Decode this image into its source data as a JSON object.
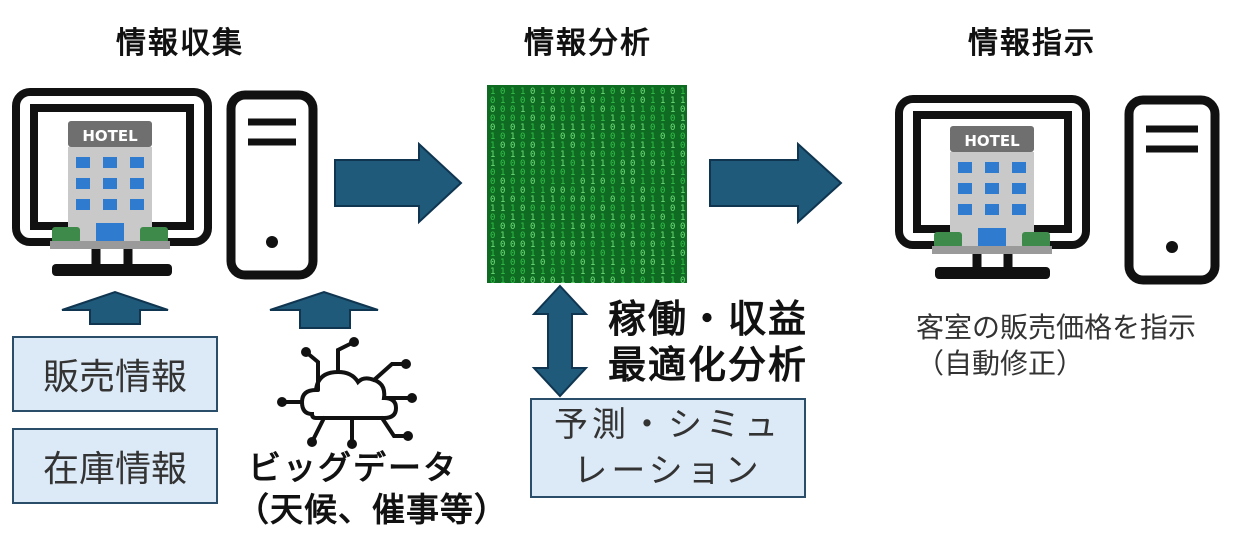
{
  "titles": {
    "collect": "情報収集",
    "analyze": "情報分析",
    "instruct": "情報指示"
  },
  "hotel_sign": "HOTEL",
  "inputs": {
    "sales": "販売情報",
    "inventory": "在庫情報",
    "bigdata_line1": "ビッグデータ",
    "bigdata_line2": "（天候、催事等）"
  },
  "analysis": {
    "optimize_line1": "稼働・収益",
    "optimize_line2": "最適化分析",
    "simulation_line1": "予測・シミュ",
    "simulation_line2": "レーション"
  },
  "output": {
    "line1": "客室の販売価格を指示",
    "line2": "（自動修正）"
  },
  "colors": {
    "arrow": "#1f5a7a",
    "box_fill": "#dce9f6",
    "matrix_green": "#1aa33a"
  },
  "icons": [
    "monitor-icon",
    "server-icon",
    "hotel-icon",
    "cloud-network-icon",
    "binary-data-icon"
  ]
}
